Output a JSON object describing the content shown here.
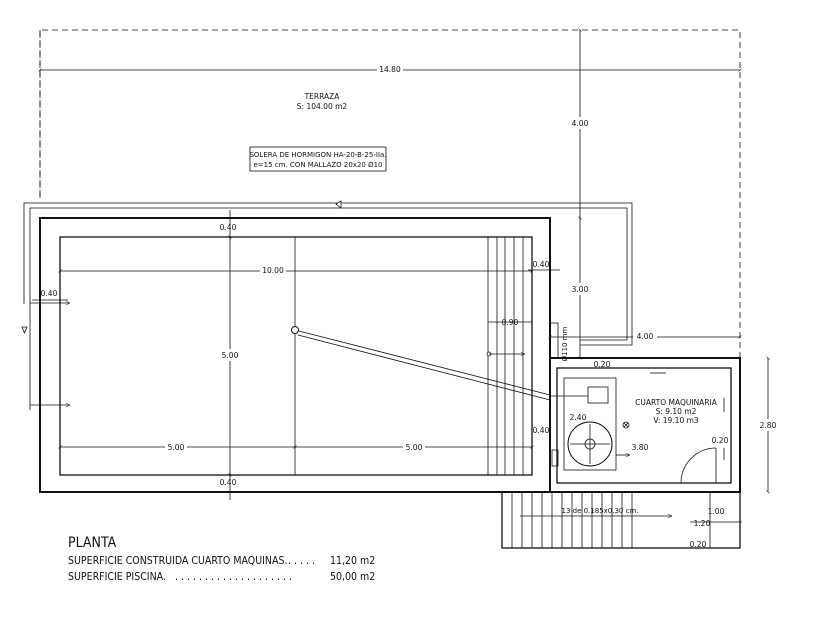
{
  "terrace": {
    "name": "TERRAZA",
    "surface": "S: 104.00 m2"
  },
  "slab_note": {
    "line1": "SOLERA DE HORMIGON HA-20-B-25-IIa.",
    "line2": "e=15 cm. CON MALLAZO 20x20 Ø10"
  },
  "machine_room": {
    "name": "CUARTO MAQUINARIA",
    "surface": "S: 9.10 m2",
    "volume": "V: 19.10 m3"
  },
  "stairs": {
    "note": "13 de 0.185x0.30 cm."
  },
  "dimensions": {
    "total_width": "14.80",
    "terrace_depth": "4.00",
    "pool_length": "10.00",
    "pool_width": "5.00",
    "half_left": "5.00",
    "half_right": "5.00",
    "wall_top": "0.40",
    "wall_bottom": "0.40",
    "wall_left": "0.40",
    "wall_right_top": "0.40",
    "wall_right_bottom": "0.40",
    "step_zone": "0.90",
    "right_height": "3.00",
    "right_offset": "4.00",
    "pipe_diameter": "Ø110 mm",
    "room_wall_top": "0.20",
    "room_wall_right": "0.20",
    "room_inner_width": "3.80",
    "pump_dim": "2.40",
    "room_height": "2.80",
    "door_width": "1.00",
    "stair_offset": "1.20",
    "wall_small": "0.20"
  },
  "legend": {
    "title": "PLANTA",
    "line1_label": "SUPERFICIE CONSTRUIDA CUARTO MAQUINAS.",
    "line1_dots": ". . . . .",
    "line1_value": "11,20 m2",
    "line2_label": "SUPERFICIE PISCINA.",
    "line2_dots": ". . . . . . . . . . . . . . . . . . . .",
    "line2_value": "50,00 m2"
  }
}
